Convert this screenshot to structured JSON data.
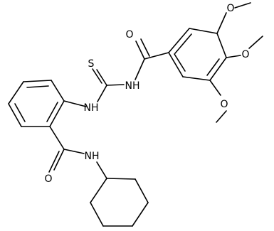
{
  "molecule": {
    "labels": {
      "o_amide_top": "O",
      "o_methoxy_top": "O",
      "o_methoxy_mid": "O",
      "o_methoxy_bottom": "O",
      "s_thio": "S",
      "nh_right": "NH",
      "nh_left": "NH",
      "o_amide_bottom": "O",
      "nh_bottom": "NH"
    }
  }
}
